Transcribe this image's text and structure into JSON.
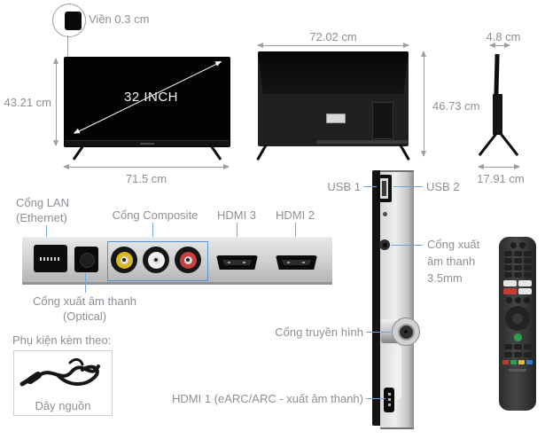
{
  "colors": {
    "label_text": "#8b9095",
    "leader_line": "#74a7d8",
    "dimension_arrow": "#9a9ea3",
    "composite_outline": "#5b93d0",
    "rca_yellow": "#d8b920",
    "rca_white": "#f0f0f0",
    "rca_red": "#c8413f",
    "panel_silver": "#cdd0d2",
    "tv_black": "#0d0d0d",
    "remote_body": "#3a3a3a"
  },
  "bezel_callout": {
    "label": "Viền 0.3 cm"
  },
  "front_view": {
    "size_label": "32 INCH",
    "height_label": "43.21 cm",
    "width_label": "71.5 cm"
  },
  "back_view": {
    "width_label": "72.02 cm",
    "height_label": "46.73 cm"
  },
  "side_view": {
    "depth_label": "4.8 cm",
    "base_label": "17.91 cm"
  },
  "port_panel": {
    "lan_line1": "Cổng LAN",
    "lan_line2": "(Ethernet)",
    "composite_label": "Cổng Composite",
    "hdmi3_label": "HDMI 3",
    "hdmi2_label": "HDMI 2",
    "optical_line1": "Cổng xuất âm thanh",
    "optical_line2": "(Optical)"
  },
  "side_strip": {
    "usb1_label": "USB 1",
    "usb2_label": "USB 2",
    "audio_jack_line1": "Cổng xuất",
    "audio_jack_line2": "âm thanh",
    "audio_jack_line3": "3.5mm",
    "antenna_label": "Cổng truyền hình",
    "hdmi1_label": "HDMI 1 (eARC/ARC - xuất âm thanh)"
  },
  "accessories": {
    "title": "Phụ kiện kèm theo:",
    "power_cord_label": "Dây nguồn"
  },
  "remote": {
    "color_buttons": [
      "#c0392b",
      "#2e9e4c",
      "#e0bb35",
      "#3b79c2"
    ]
  }
}
